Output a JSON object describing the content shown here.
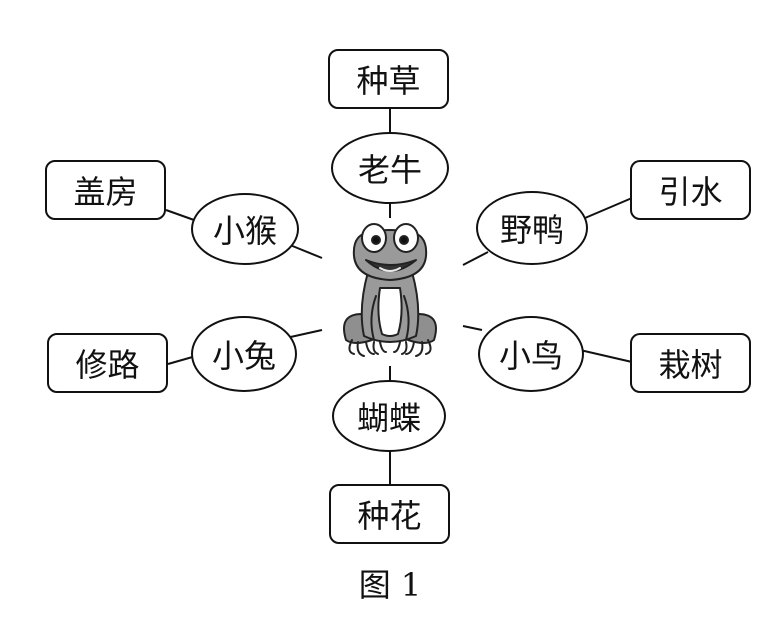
{
  "center": {
    "icon": "frog-icon"
  },
  "spokes": [
    {
      "id": "top",
      "animal": "老牛",
      "task": "种草"
    },
    {
      "id": "upper-left",
      "animal": "小猴",
      "task": "盖房"
    },
    {
      "id": "upper-right",
      "animal": "野鸭",
      "task": "引水"
    },
    {
      "id": "lower-left",
      "animal": "小兔",
      "task": "修路"
    },
    {
      "id": "lower-right",
      "animal": "小鸟",
      "task": "栽树"
    },
    {
      "id": "bottom",
      "animal": "蝴蝶",
      "task": "种花"
    }
  ],
  "caption": "图 1"
}
